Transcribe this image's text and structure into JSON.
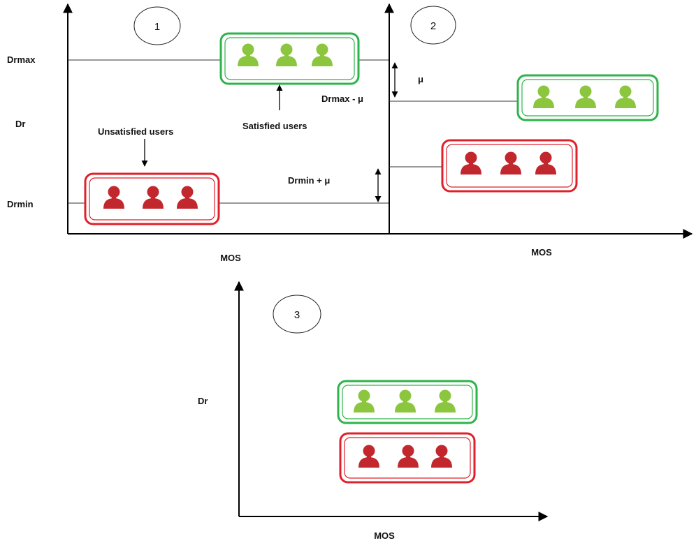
{
  "colors": {
    "satisfied": "#2db34a",
    "satisfied_icon": "#8cc63f",
    "unsatisfied": "#e0202a",
    "unsatisfied_icon": "#c1272d",
    "axis": "#000000",
    "line": "#333333"
  },
  "icons": {
    "satisfied_user": "green-user-icon",
    "unsatisfied_user": "red-user-icon"
  },
  "panel1": {
    "number": "1",
    "y_ticks": {
      "top": "Drmax",
      "mid": "Dr",
      "bottom": "Drmin"
    },
    "annotation_unsatisfied": "Unsatisfied  users",
    "annotation_satisfied": "Satisfied users",
    "xlabel": "MOS"
  },
  "panel2": {
    "number": "2",
    "mu_label": "μ",
    "drmax_minus": "Drmax - μ",
    "drmin_plus": "Drmin + μ",
    "xlabel": "MOS"
  },
  "panel3": {
    "number": "3",
    "ylabel": "Dr",
    "xlabel": "MOS"
  }
}
